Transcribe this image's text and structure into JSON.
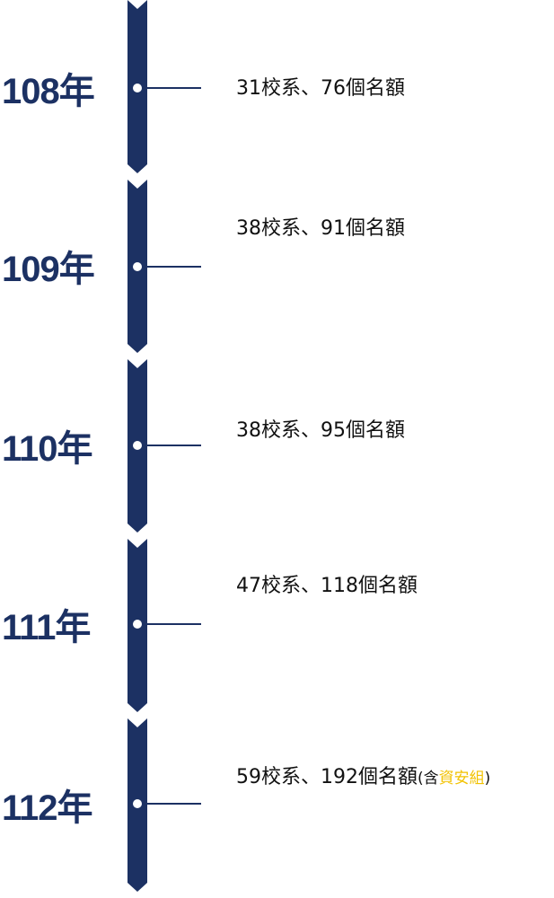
{
  "colors": {
    "timeline": "#1c3163",
    "year_text": "#1c3163",
    "highlight": "#f2c200"
  },
  "entries": [
    {
      "year": "108年",
      "description": "31校系、76個名額"
    },
    {
      "year": "109年",
      "description": "38校系、91個名額"
    },
    {
      "year": "110年",
      "description": "38校系、95個名額"
    },
    {
      "year": "111年",
      "description": "47校系、118個名額"
    },
    {
      "year": "112年",
      "description": "59校系、192個名額",
      "note_open": "(含",
      "note_highlight": "資安組",
      "note_close": ")"
    }
  ]
}
